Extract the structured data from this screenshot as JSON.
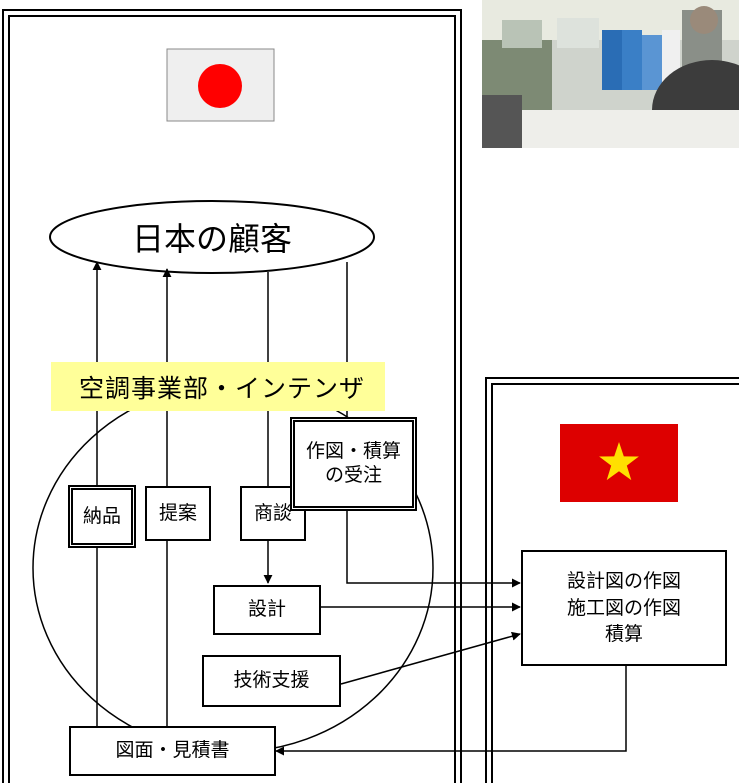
{
  "japan": {
    "flag_colors": {
      "field": "#efefef",
      "disc": "#ff0000"
    },
    "customer": "日本の顧客",
    "department": "空調事業部・インテンザ",
    "boxes": {
      "delivery": "納品",
      "proposal": "提案",
      "negotiation": "商談",
      "order": "作図・積算\nの受注",
      "design": "設計",
      "tech_support": "技術支援",
      "drawings_estimate": "図面・見積書"
    }
  },
  "vietnam": {
    "flag_colors": {
      "field": "#dd0000",
      "star": "#ffe000"
    },
    "work_box": "設計図の作図\n施工図の作図\n積算"
  }
}
